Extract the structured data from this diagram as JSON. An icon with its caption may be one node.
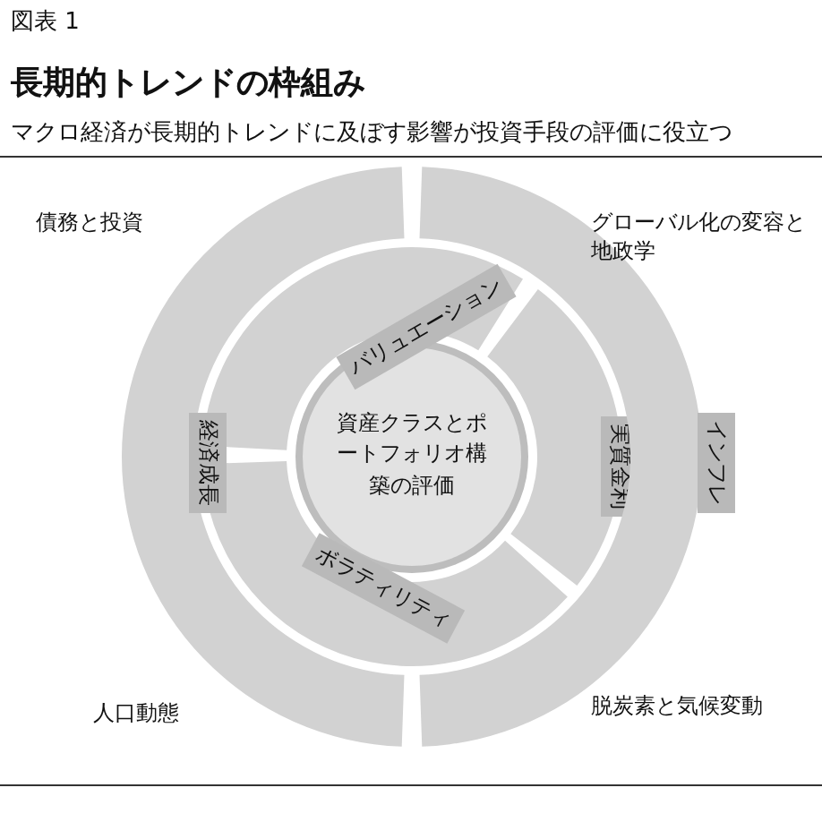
{
  "diagram": {
    "title": "長期的トレンドの枠組み",
    "nodes": [
      {
        "text": [
          "資産クラスとポートフォリオ構築の評価"
        ]
      },
      {
        "text": [
          "バリュエーション"
        ]
      },
      {
        "text": [
          "実質金利"
        ]
      },
      {
        "text": [
          "ボラティリティ"
        ]
      },
      {
        "text": [
          "経済成長"
        ]
      },
      {
        "text": [
          "インフレ"
        ]
      }
    ],
    "labels": [
      "図表 1",
      "マクロ経済が長期的トレンドに及ぼす影響が投資手段の評価に役立つ",
      "債務と投資",
      "グローバル化の変容と地政学",
      "人口動態",
      "脱炭素と気候変動"
    ]
  }
}
